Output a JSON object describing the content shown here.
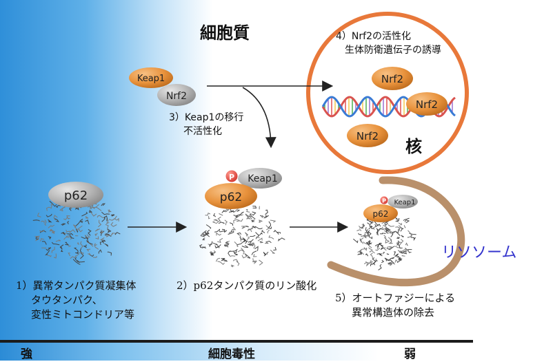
{
  "title_cytoplasm": "細胞質",
  "nucleus_label": "核",
  "lysosome_label": "リソソーム",
  "proteins": {
    "keap1": "Keap1",
    "nrf2": "Nrf2",
    "p62": "p62",
    "phospho": "P"
  },
  "steps": {
    "step1": [
      "1）異常タンパク質凝集体",
      "タウタンパク、",
      "変性ミトコンドリア等"
    ],
    "step2": [
      "2）p62タンパク質のリン酸化"
    ],
    "step3": [
      "3）Keap1の移行",
      "不活性化"
    ],
    "step4": [
      "4）Nrf2の活性化",
      "生体防衛遺伝子の誘導"
    ],
    "step5": [
      "5）オートファジーによる",
      "異常構造体の除去"
    ]
  },
  "scale": {
    "strong": "強",
    "toxicity": "細胞毒性",
    "weak": "弱"
  },
  "colors": {
    "orange_protein": "#e8923c",
    "gray_protein": "#b0b0b0",
    "nucleus_ring": "#e8783a",
    "lysosome": "#b9906b",
    "lysosome_text": "#3333cc",
    "phospho": "#e0443a"
  }
}
